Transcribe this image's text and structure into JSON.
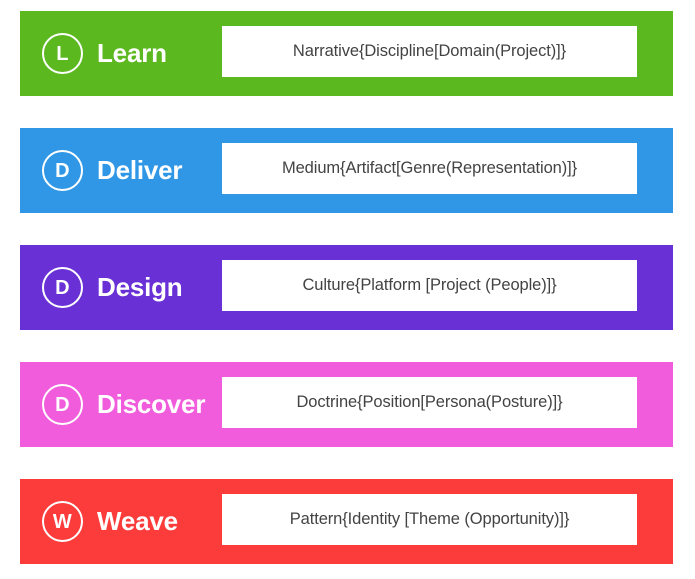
{
  "page": {
    "background": "#ffffff",
    "text_color_formula": "#434343",
    "text_color_label": "#ffffff"
  },
  "rows": [
    {
      "badge_letter": "L",
      "label": "Learn",
      "formula": "Narrative{Discipline[Domain(Project)]}",
      "color": "#5bb81f"
    },
    {
      "badge_letter": "D",
      "label": "Deliver",
      "formula": "Medium{Artifact[Genre(Representation)]}",
      "color": "#3097e6"
    },
    {
      "badge_letter": "D",
      "label": "Design",
      "formula": "Culture{Platform [Project (People)]}",
      "color": "#6930d6"
    },
    {
      "badge_letter": "D",
      "label": "Discover",
      "formula": "Doctrine{Position[Persona(Posture)]}",
      "color": "#f15cdc"
    },
    {
      "badge_letter": "W",
      "label": "Weave",
      "formula": "Pattern{Identity [Theme (Opportunity)]}",
      "color": "#fc3b3b"
    }
  ]
}
